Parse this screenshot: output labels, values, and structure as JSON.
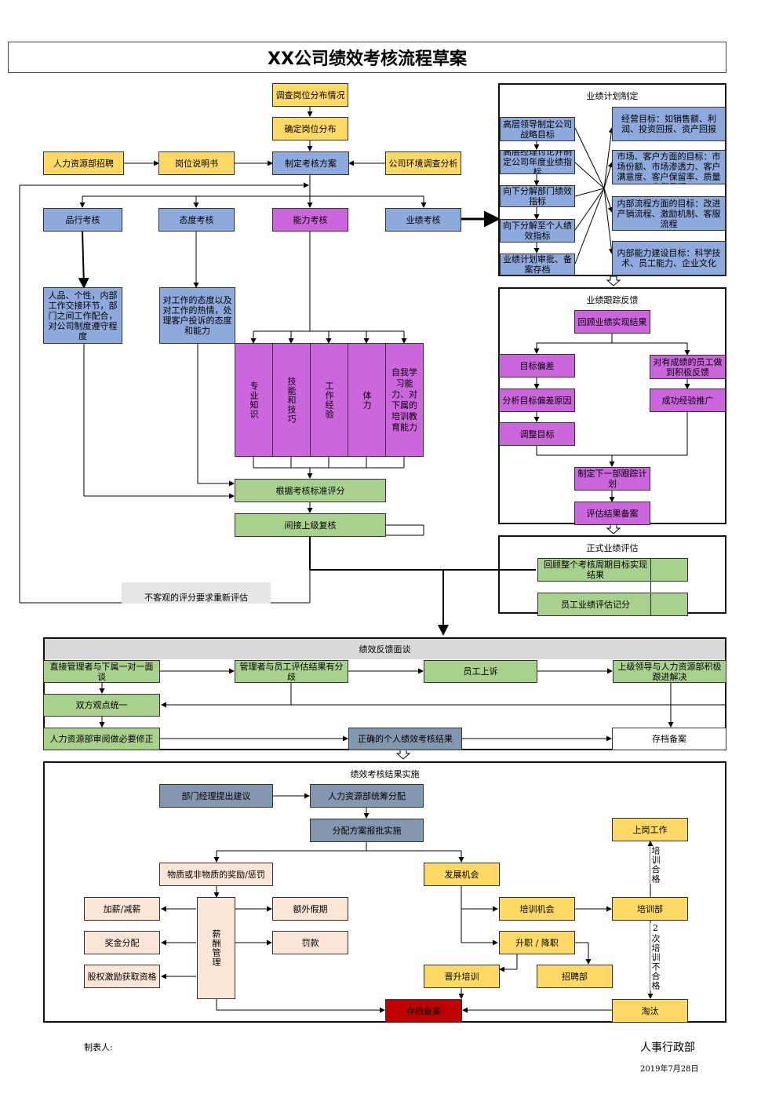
{
  "title": "XX公司绩效考核流程草案",
  "top": {
    "survey": "调查岗位分布情况",
    "confirm": "确定岗位分布",
    "hr_recruit": "人力资源部招聘",
    "job_desc": "岗位说明书",
    "plan": "制定考核方案",
    "env": "公司环境调查分析"
  },
  "categories": {
    "conduct": "品行考核",
    "attitude": "态度考核",
    "ability": "能力考核",
    "performance": "业绩考核"
  },
  "conduct_desc": "人品、个性，内部工作交接环节，部门之间工作配合，对公司制度遵守程度",
  "attitude_desc": "对工作的态度以及对工作的热情，处理客户投诉的态度和能力",
  "ability_items": [
    "专业知识",
    "技能和技巧",
    "工作经验",
    "体力",
    "自我学习能力、对下属的培训教育能力"
  ],
  "score": "根据考核标准评分",
  "review": "间接上级复核",
  "reevaluate": "不客观的评分要求重新评估",
  "plan_panel": {
    "title": "业绩计划制定",
    "steps": [
      "高层领导制定公司战略目标",
      "高层经理讨论并制定公司年度业绩指标",
      "向下分解部门绩效指标",
      "向下分解至个人绩效指标",
      "业绩计划审批、备案存档"
    ],
    "goals": [
      "经营目标：如销售额、利润、投资回报、资产回报",
      "市场、客户方面的目标：市场份额、市场渗透力、客户满意度、客户保留率、质量交货日期",
      "内部流程方面的目标：改进产销流程、激励机制、客服流程",
      "内部能力建设目标：科学技术、员工能力、企业文化"
    ]
  },
  "track_panel": {
    "title": "业绩跟踪反馈",
    "review": "回顾业绩实现结果",
    "deviation": "目标偏差",
    "analyze": "分析目标偏差原因",
    "adjust": "调整目标",
    "positive": "对有成绩的员工做到积极反馈",
    "promote": "成功经验推广",
    "next_plan": "制定下一部跟踪计划",
    "archive": "评估结果备案"
  },
  "formal_panel": {
    "title": "正式业绩评估",
    "review_cycle": "回顾整个考核周期目标实现结果",
    "record": "员工业绩评估记分"
  },
  "feedback_panel": {
    "title": "绩效反馈面谈",
    "one_on_one": "直接管理者与下属一对一面谈",
    "disagree": "管理者与员工评估结果有分歧",
    "appeal": "员工上诉",
    "leader": "上级领导与人力资源部积极跟进解决",
    "consensus": "双方观点统一",
    "hr_review": "人力资源部审阅做必要修正",
    "correct": "正确的个人绩效考核结果",
    "archive": "存档备案"
  },
  "impl_panel": {
    "title": "绩效考核结果实施",
    "dept": "部门经理提出建议",
    "hr_coord": "人力资源部统筹分配",
    "approve": "分配方案报批实施",
    "reward": "物质或非物质的奖励/惩罚",
    "salary_up": "加薪/减薪",
    "bonus": "奖金分配",
    "equity": "股权激励获取资格",
    "salary_mgmt": "薪酬管理",
    "leave": "额外假期",
    "fine": "罚款",
    "dev": "发展机会",
    "train_chance": "培训机会",
    "promotion": "升职 / 降职",
    "promo_train": "晋升培训",
    "recruit": "招聘部",
    "train_dept": "培训部",
    "onboard": "上岗工作",
    "eliminate": "淘汰",
    "archive": "存档备案",
    "pass_label": "培训合格",
    "fail_label": "2次培训不合格"
  },
  "footer": {
    "maker": "制表人:",
    "dept": "人事行政部",
    "date": "2019年7月28日"
  },
  "colors": {
    "yellow": "#ffd966",
    "blue": "#8ea9db",
    "purple": "#cc66dd",
    "green": "#a9d18e",
    "slate": "#8497b0",
    "pink": "#fbe5d6",
    "red": "#c00000"
  }
}
